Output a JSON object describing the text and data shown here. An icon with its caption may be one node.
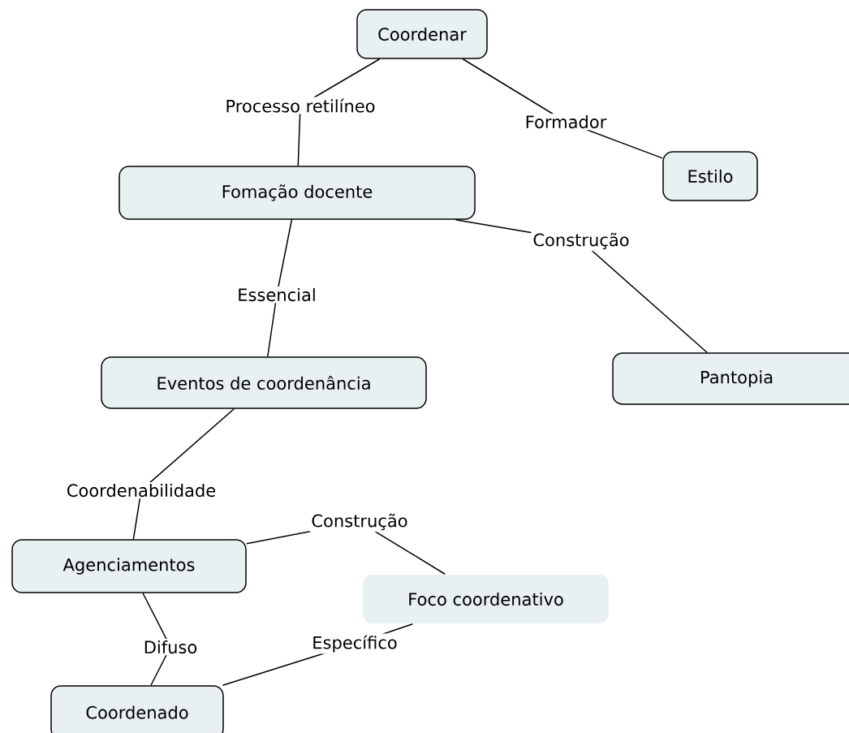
{
  "diagram": {
    "nodes": [
      {
        "text": [
          "Coordenar"
        ]
      },
      {
        "text": [
          "Estilo"
        ]
      },
      {
        "text": [
          "Fomação docente"
        ]
      },
      {
        "text": [
          "Pantopia"
        ]
      },
      {
        "text": [
          "Eventos de coordenância"
        ]
      },
      {
        "text": [
          "Agenciamentos"
        ]
      },
      {
        "text": [
          "Foco coordenativo"
        ]
      },
      {
        "text": [
          "Coordenado"
        ]
      }
    ],
    "edges": [
      {
        "from": 0,
        "to": 2,
        "arrow": "none",
        "label": "Processo retilíneo"
      },
      {
        "from": 0,
        "to": 1,
        "arrow": "none",
        "label": "Formador"
      },
      {
        "from": 2,
        "to": 3,
        "arrow": "none",
        "label": "Construção"
      },
      {
        "from": 2,
        "to": 4,
        "arrow": "none",
        "label": "Essencial"
      },
      {
        "from": 4,
        "to": 5,
        "arrow": "none",
        "label": "Coordenabilidade"
      },
      {
        "from": 5,
        "to": 6,
        "arrow": "none",
        "label": "Construção"
      },
      {
        "from": 5,
        "to": 7,
        "arrow": "none",
        "label": "Difuso"
      },
      {
        "from": 6,
        "to": 7,
        "arrow": "none",
        "label": "Específico"
      }
    ]
  }
}
